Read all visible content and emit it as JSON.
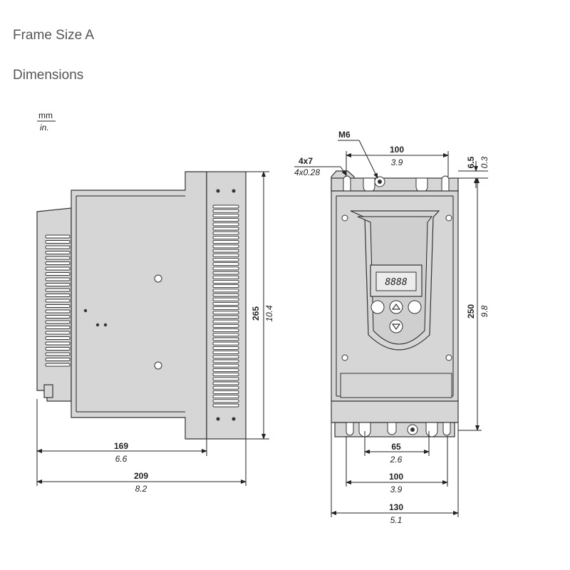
{
  "header": {
    "title": "Frame Size A",
    "subtitle": "Dimensions"
  },
  "units": {
    "primary": "mm",
    "secondary": "in."
  },
  "display_digits": "8888",
  "side_view": {
    "height_mm": "265",
    "height_in": "10.4",
    "depth_mm": "169",
    "depth_in": "6.6",
    "overall_depth_mm": "209",
    "overall_depth_in": "8.2"
  },
  "front_view": {
    "screw_label": "M6",
    "top_hole_spacing_mm": "100",
    "top_hole_spacing_in": "3.9",
    "slot_mm": "4x7",
    "slot_in": "4x0.28",
    "top_offset_mm": "6.5",
    "top_offset_in": "0.3",
    "hole_height_mm": "250",
    "hole_height_in": "9.8",
    "bottom_inner_mm": "65",
    "bottom_inner_in": "2.6",
    "bottom_hole_spacing_mm": "100",
    "bottom_hole_spacing_in": "3.9",
    "width_mm": "130",
    "width_in": "5.1"
  },
  "colors": {
    "body_fill": "#d6d6d6",
    "line": "#333333",
    "heading_text": "#555555"
  }
}
